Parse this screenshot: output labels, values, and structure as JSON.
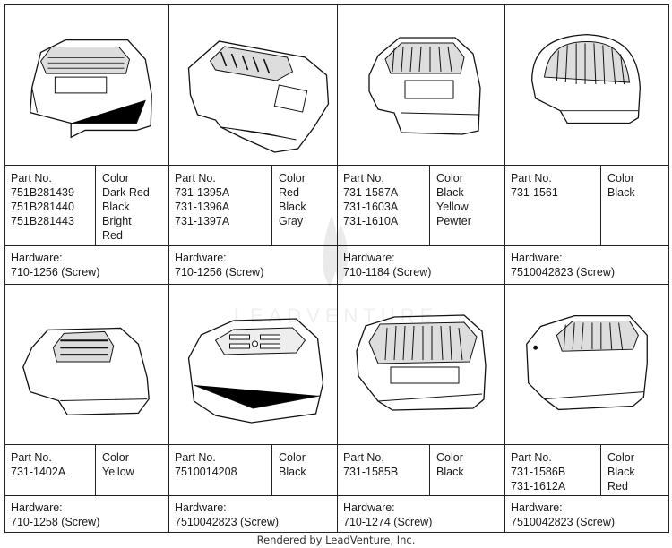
{
  "labels": {
    "part_no": "Part No.",
    "color": "Color",
    "hardware": "Hardware:"
  },
  "cells": [
    {
      "parts": [
        "751B281439",
        "751B281440",
        "751B281443"
      ],
      "colors": [
        "Dark Red",
        "Black",
        "Bright",
        "Red"
      ],
      "hardware": "710-1256 (Screw)",
      "icon": "engine-shroud-cover-drawing"
    },
    {
      "parts": [
        "731-1395A",
        "731-1396A",
        "731-1397A"
      ],
      "colors": [
        "Red",
        "Black",
        "Gray"
      ],
      "hardware": "710-1256 (Screw)",
      "icon": "engine-shroud-cover-drawing"
    },
    {
      "parts": [
        "731-1587A",
        "731-1603A",
        "731-1610A"
      ],
      "colors": [
        "Black",
        "Yellow",
        "Pewter"
      ],
      "hardware": "710-1184 (Screw)",
      "icon": "engine-shroud-cover-drawing"
    },
    {
      "parts": [
        "731-1561"
      ],
      "colors": [
        "Black"
      ],
      "hardware": "7510042823 (Screw)",
      "icon": "engine-shroud-cover-drawing"
    },
    {
      "parts": [
        "731-1402A"
      ],
      "colors": [
        "Yellow"
      ],
      "hardware": "710-1258 (Screw)",
      "icon": "engine-shroud-cover-drawing"
    },
    {
      "parts": [
        "7510014208"
      ],
      "colors": [
        "Black"
      ],
      "hardware": "7510042823 (Screw)",
      "icon": "engine-shroud-cover-drawing"
    },
    {
      "parts": [
        "731-1585B"
      ],
      "colors": [
        "Black"
      ],
      "hardware": "710-1274 (Screw)",
      "icon": "engine-shroud-cover-drawing"
    },
    {
      "parts": [
        "731-1586B",
        "731-1612A"
      ],
      "colors": [
        "Black",
        "Red"
      ],
      "hardware": "7510042823 (Screw)",
      "icon": "engine-shroud-cover-drawing"
    }
  ],
  "footer": "Rendered by LeadVenture, Inc.",
  "watermark_text": "LEADVENTURE"
}
